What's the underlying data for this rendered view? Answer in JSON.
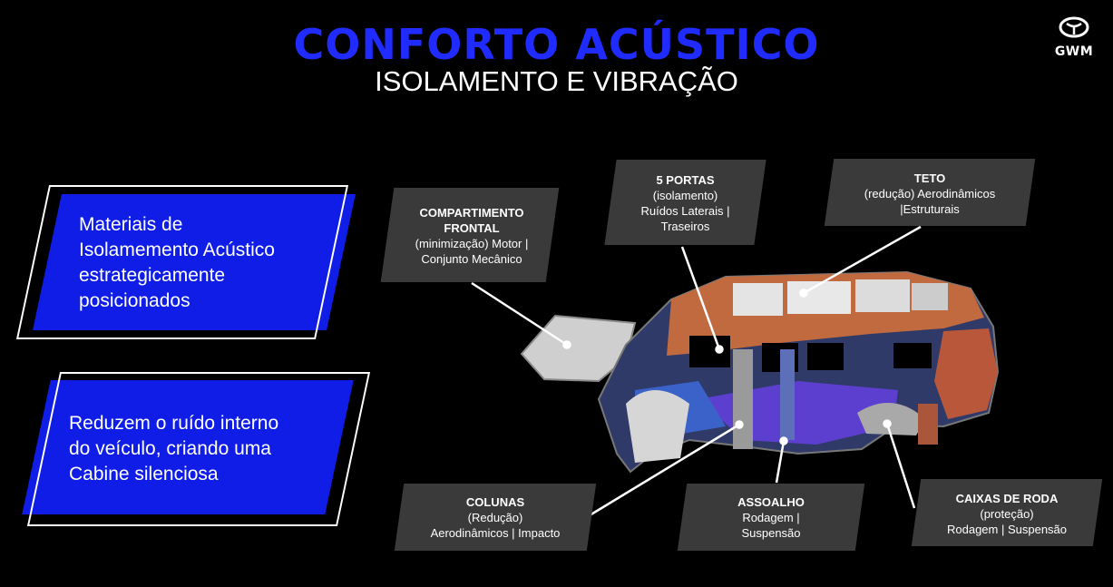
{
  "header": {
    "title": "CONFORTO ACÚSTICO",
    "subtitle": "ISOLAMENTO E VIBRAÇÃO",
    "logo_text": "GWM"
  },
  "panels": [
    {
      "text_lines": [
        "Materiais de",
        "Isolamemento Acústico",
        "estrategicamente",
        "posicionados"
      ]
    },
    {
      "text_lines": [
        "Reduzem o ruído interno",
        "do veículo, criando uma",
        "Cabine silenciosa"
      ]
    }
  ],
  "labels": {
    "frontal": {
      "title_lines": [
        "COMPARTIMENTO",
        "FRONTAL"
      ],
      "desc_lines": [
        "(minimização) Motor |",
        "Conjunto Mecânico"
      ]
    },
    "portas": {
      "title_lines": [
        "5 PORTAS"
      ],
      "desc_lines": [
        "(isolamento)",
        "Ruídos Laterais |",
        "Traseiros"
      ]
    },
    "teto": {
      "title_lines": [
        "TETO"
      ],
      "desc_lines": [
        "(redução) Aerodinâmicos",
        "|Estruturais"
      ]
    },
    "colunas": {
      "title_lines": [
        "COLUNAS"
      ],
      "desc_lines": [
        "(Redução)",
        "Aerodinâmicos | Impacto"
      ]
    },
    "assoalho": {
      "title_lines": [
        "ASSOALHO"
      ],
      "desc_lines": [
        "Rodagem |",
        "Suspensão"
      ]
    },
    "caixas": {
      "title_lines": [
        "CAIXAS DE RODA"
      ],
      "desc_lines": [
        "(proteção)",
        "Rodagem | Suspensão"
      ]
    }
  },
  "colors": {
    "title_blue": "#1f2bff",
    "panel_blue": "#0f1de6",
    "label_gray": "#3a3a3a",
    "background": "#000000"
  }
}
